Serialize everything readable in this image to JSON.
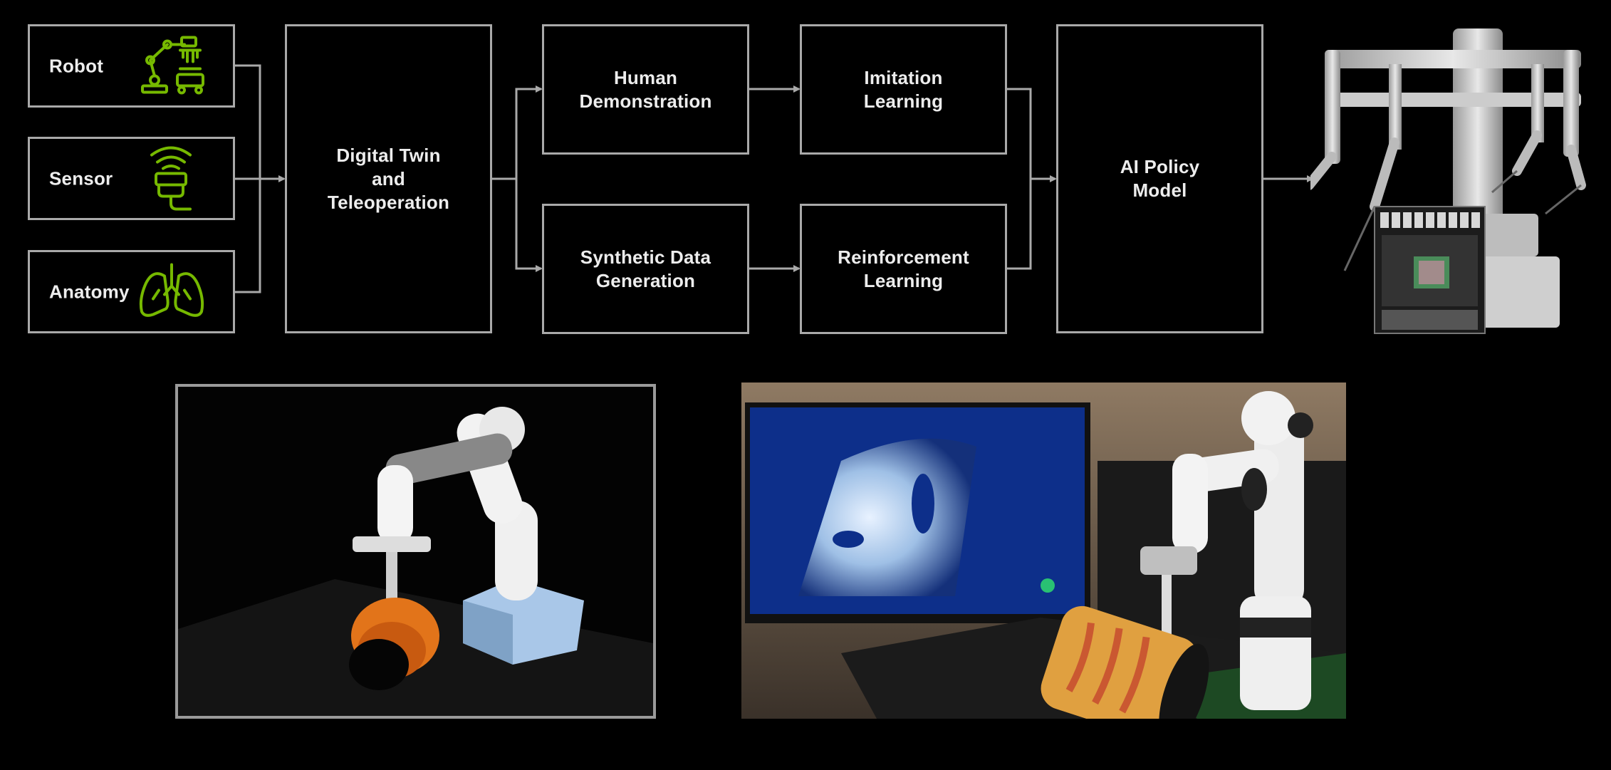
{
  "inputs": [
    {
      "label": "Robot",
      "icon": "robot-arm-icon"
    },
    {
      "label": "Sensor",
      "icon": "ultrasound-probe-icon"
    },
    {
      "label": "Anatomy",
      "icon": "lungs-icon"
    }
  ],
  "pipeline": {
    "digital_twin": "Digital Twin\nand\nTeleoperation",
    "human_demo": "Human\nDemonstration",
    "synthetic_data": "Synthetic Data\nGeneration",
    "imitation": "Imitation\nLearning",
    "reinforcement": "Reinforcement\nLearning",
    "policy": "AI Policy\nModel"
  },
  "outputs": {
    "surgical_robot": "surgical-robot-image",
    "compute_module": "compute-module-image"
  },
  "bottom_images": {
    "left": "simulated-robot-ultrasound-scene",
    "right": "real-robot-ultrasound-scene"
  },
  "colors": {
    "accent_green": "#76b900",
    "box_border": "#a9a9a9",
    "text": "#ededed",
    "background": "#000000"
  }
}
